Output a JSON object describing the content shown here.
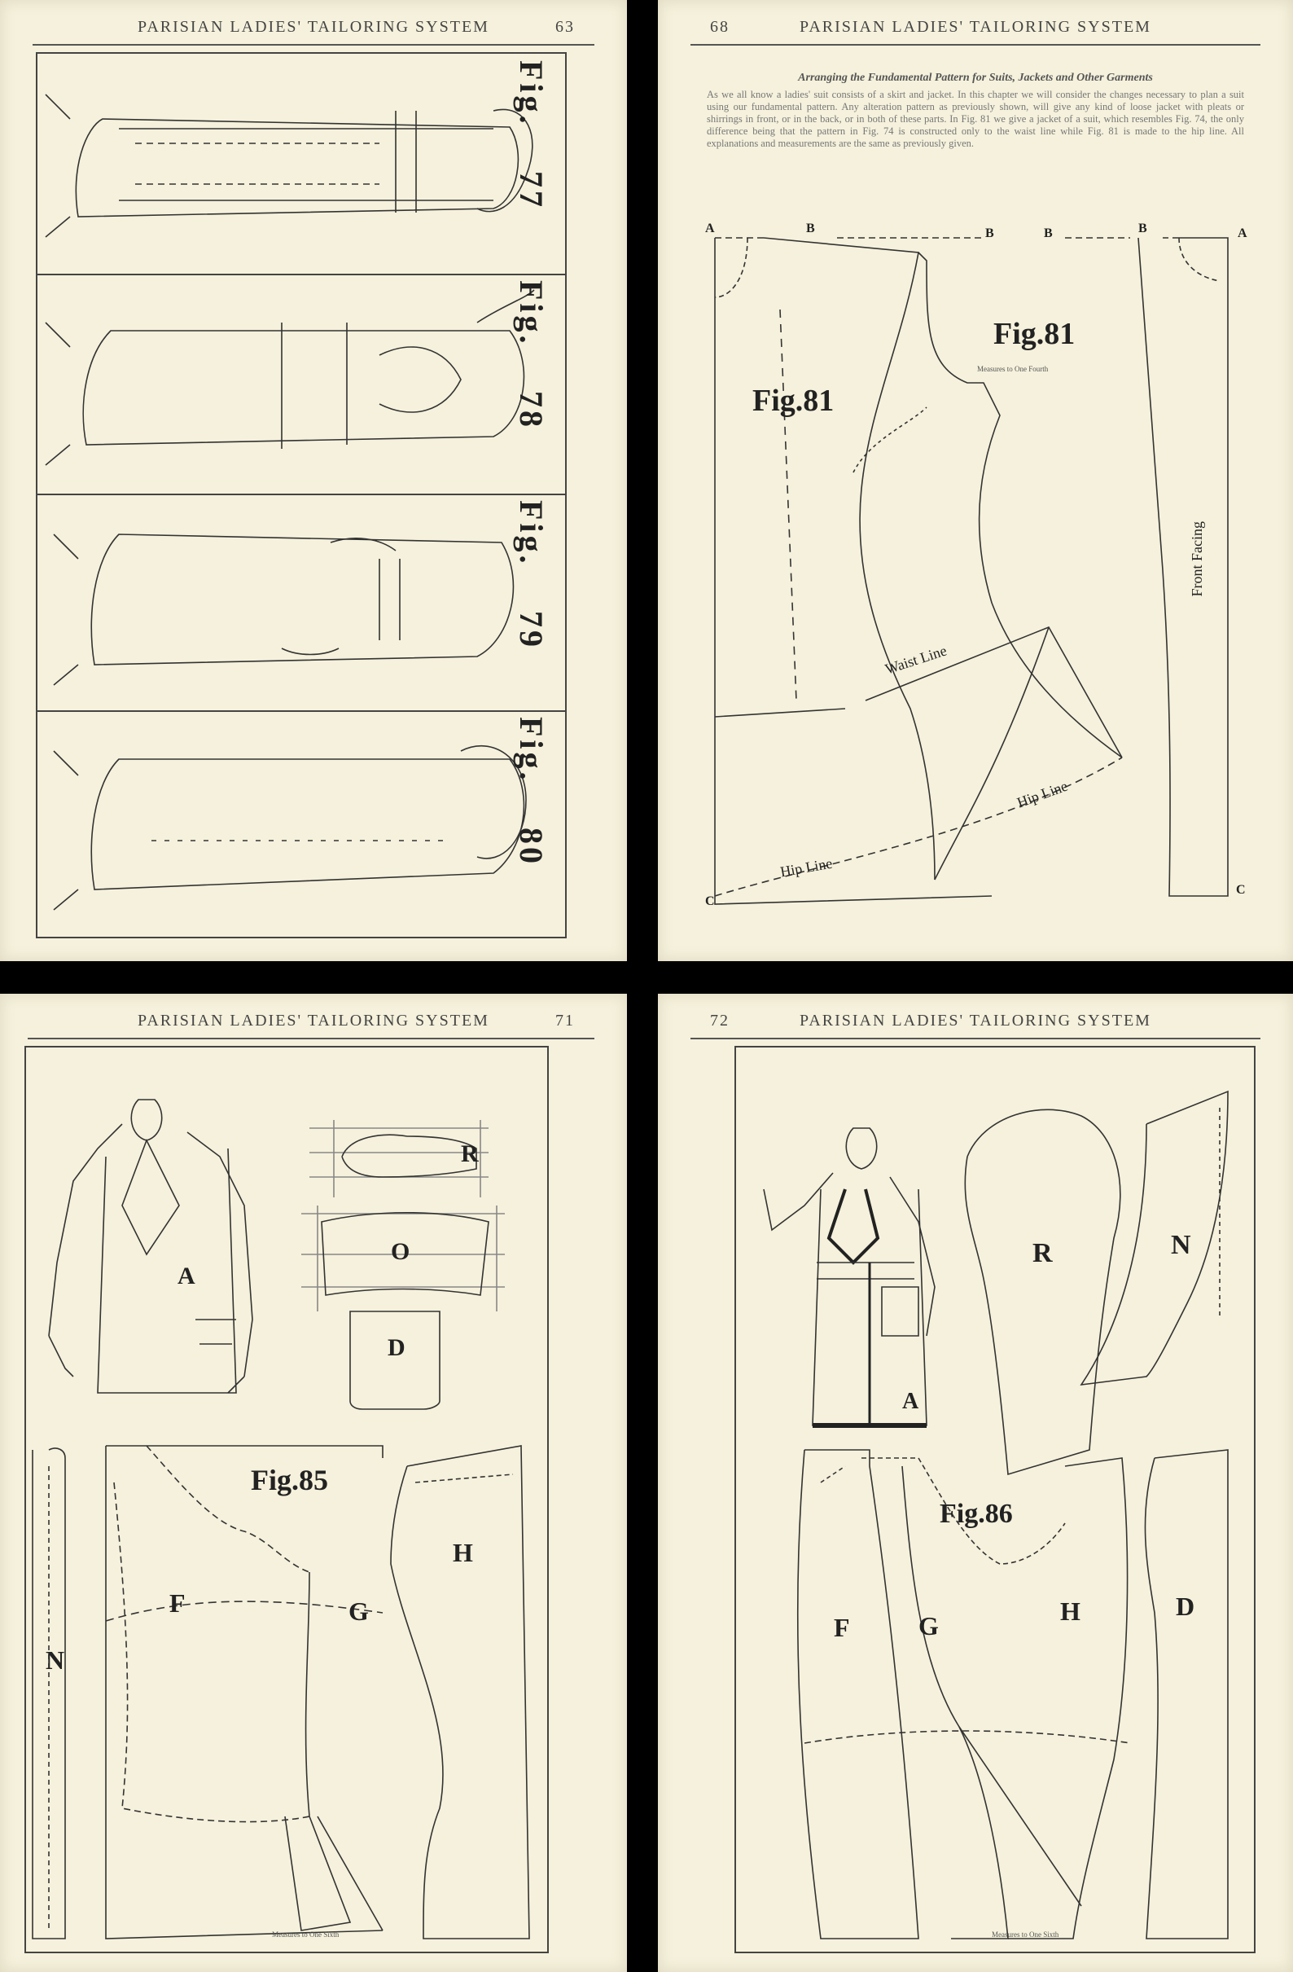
{
  "pages": [
    {
      "header": "PARISIAN LADIES' TAILORING SYSTEM",
      "page_number": "63",
      "figures": [
        {
          "fig": "Fig.",
          "number": "77"
        },
        {
          "fig": "Fig.",
          "number": "78"
        },
        {
          "fig": "Fig.",
          "number": "79"
        },
        {
          "fig": "Fig.",
          "number": "80"
        }
      ]
    },
    {
      "header": "PARISIAN LADIES' TAILORING SYSTEM",
      "page_number": "68",
      "heading": "Arranging the Fundamental Pattern for Suits, Jackets and Other Garments",
      "paragraph": "As we all know a ladies' suit consists of a skirt and jacket. In this chapter we will consider the changes necessary to plan a suit using our fundamental pattern. Any alteration pattern as previously shown, will give any kind of loose jacket with pleats or shirrings in front, or in the back, or in both of these parts. In Fig. 81 we give a jacket of a suit, which resembles Fig. 74, the only difference being that the pattern in Fig. 74 is constructed only to the waist line while Fig. 81 is made to the hip line. All explanations and measurements are the same as previously given.",
      "fig_left": "Fig.81",
      "fig_right": "Fig.81",
      "fig_right_caption": "Measures to One Fourth",
      "letters": {
        "a": "A",
        "b": "B",
        "c": "C"
      },
      "waist_line": "Waist Line",
      "hip_line_right": "Hip Line",
      "hip_line_left": "Hip Line",
      "front_facing": "Front Facing"
    },
    {
      "header": "PARISIAN LADIES' TAILORING SYSTEM",
      "page_number": "71",
      "figure": "Fig.85",
      "pieces": [
        "R",
        "O",
        "D",
        "A",
        "F",
        "G",
        "H",
        "N"
      ],
      "caption": "Measures to One Sixth"
    },
    {
      "header": "PARISIAN LADIES' TAILORING SYSTEM",
      "page_number": "72",
      "figure": "Fig.86",
      "pieces": [
        "R",
        "N",
        "A",
        "F",
        "G",
        "H",
        "D"
      ],
      "caption": "Measures to One Sixth"
    }
  ]
}
